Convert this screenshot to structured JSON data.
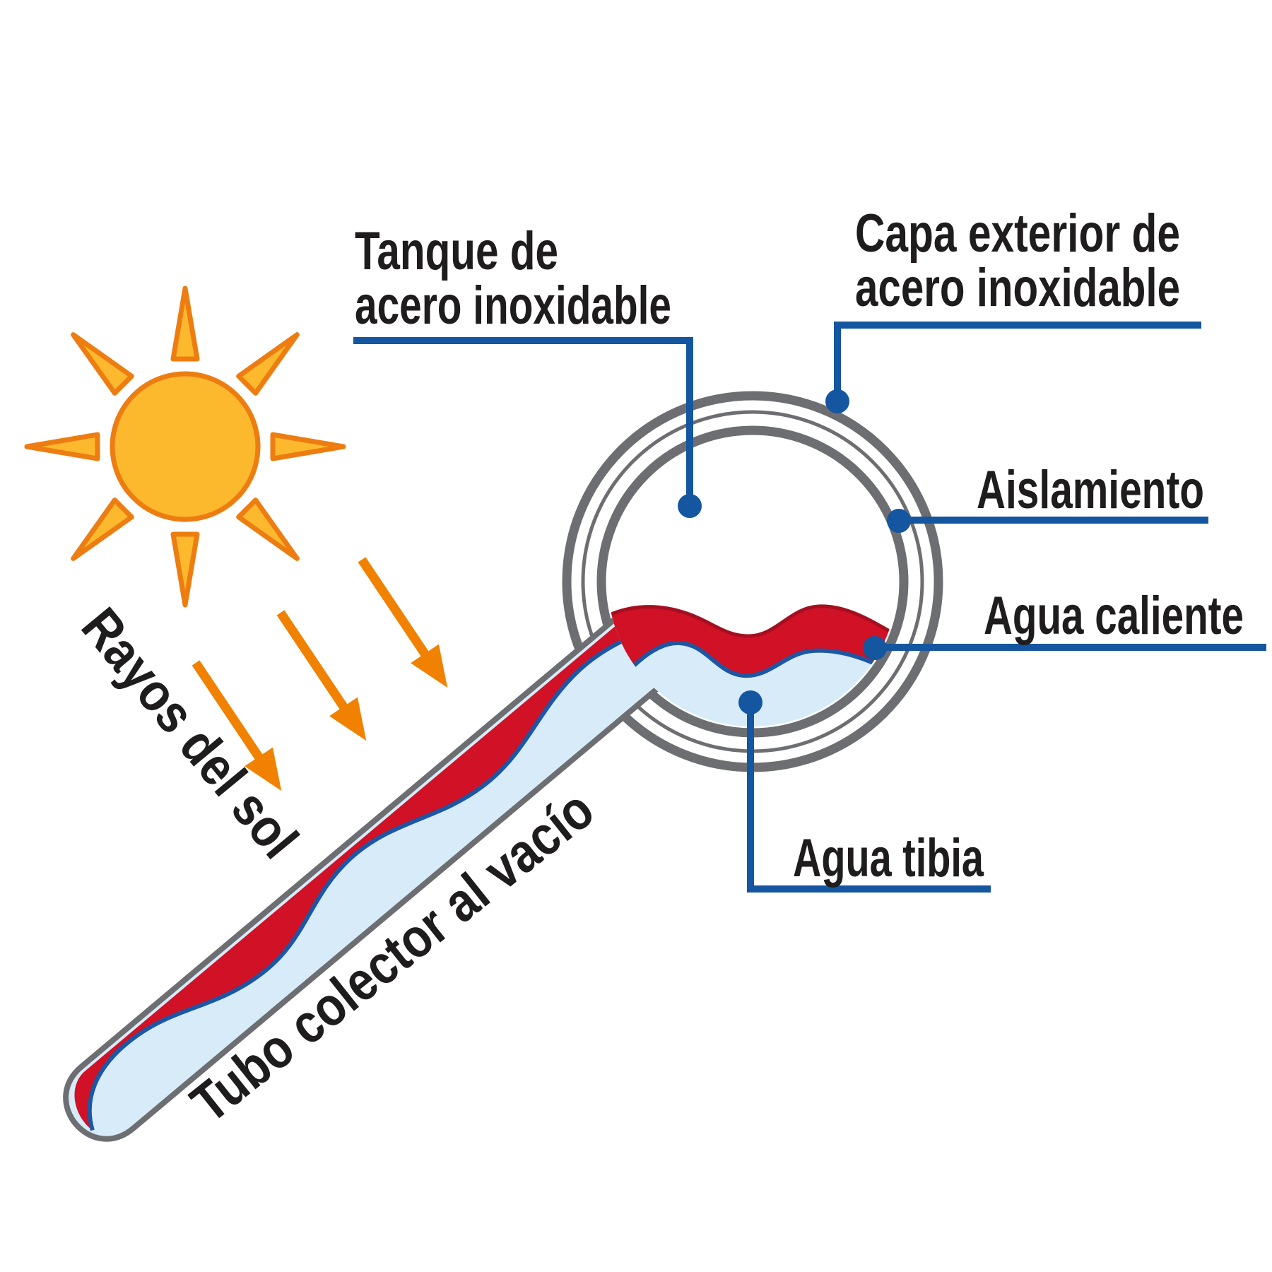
{
  "diagram": {
    "title_implicit": "Calentador solar - esquema",
    "labels": {
      "tank_line1": "Tanque de",
      "tank_line2": "acero inoxidable",
      "outer_layer_line1": "Capa exterior de",
      "outer_layer_line2": "acero inoxidable",
      "insulation": "Aislamiento",
      "hot_water": "Agua caliente",
      "warm_water": "Agua tibia",
      "sun_rays": "Rayos del sol",
      "vacuum_tube": "Tubo colector al vacío"
    },
    "icons": {
      "sun": "sun-icon",
      "arrows": "sun-ray-arrow-icon"
    },
    "colors": {
      "background": "#ffffff",
      "text": "#1e1c1d",
      "leader_blue": "#14569f",
      "gray_metal": "#6d6e71",
      "hot_red": "#d01126",
      "hot_red_edge": "#a50f1f",
      "water_blue_line": "#1c57a5",
      "warm_light_blue": "#d7ecf8",
      "arrow_orange": "#f18101",
      "sun_fill": "#fdb92e",
      "sun_stroke": "#ed7d11"
    }
  }
}
